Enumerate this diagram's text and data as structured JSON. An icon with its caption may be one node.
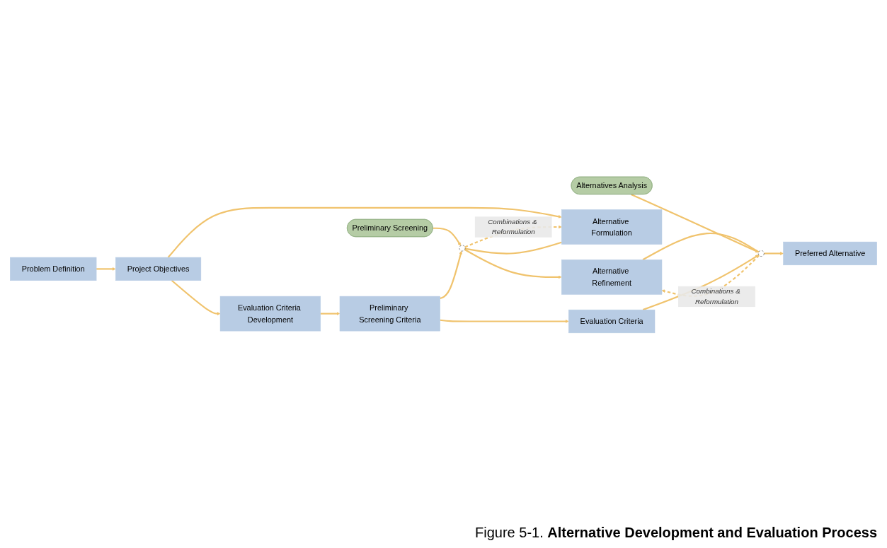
{
  "diagram": {
    "caption": "Figure 5-1.  **Alternative Development and Evaluation Process**",
    "nodes": [
      {
        "text": [
          "Preliminary Screening"
        ]
      },
      {
        "text": [
          "Alternatives Analysis"
        ]
      },
      {
        "text": [
          "Problem Definition"
        ]
      },
      {
        "text": [
          "Project Objectives"
        ]
      },
      {
        "text": [
          "Alternative Formulation"
        ]
      },
      {
        "text": [],
        "shape": "circle"
      },
      {
        "text": [
          "Alternative Refinement"
        ]
      },
      {
        "text": [],
        "shape": "circle"
      },
      {
        "text": [
          "Preferred Alternative"
        ]
      },
      {
        "text": [
          "Evaluation Criteria Development"
        ]
      },
      {
        "text": [
          "Preliminary Screening Criteria"
        ]
      },
      {
        "text": [
          "Evaluation Criteria"
        ]
      }
    ],
    "edges": [
      {
        "from": 2,
        "to": 3,
        "arrow": "to"
      },
      {
        "from": 3,
        "to": 4,
        "arrow": "to"
      },
      {
        "from": 4,
        "to": 5,
        "arrow": "none"
      },
      {
        "from": 5,
        "to": 6,
        "arrow": "to"
      },
      {
        "from": 6,
        "to": 7,
        "arrow": "none"
      },
      {
        "from": 7,
        "to": 8,
        "arrow": "to"
      },
      {
        "from": 0,
        "to": 5,
        "arrow": "to"
      },
      {
        "from": 1,
        "to": 7,
        "arrow": "to"
      },
      {
        "from": 3,
        "to": 9,
        "arrow": "to"
      },
      {
        "from": 9,
        "to": 10,
        "arrow": "to"
      },
      {
        "from": 10,
        "to": 11,
        "arrow": "to"
      },
      {
        "from": 10,
        "to": 5,
        "arrow": "to"
      },
      {
        "from": 11,
        "to": 7,
        "arrow": "to"
      },
      {
        "from": 5,
        "to": 4,
        "arrow": "to",
        "style": "dashed",
        "label": "Combinations & Reformulation"
      },
      {
        "from": 7,
        "to": 6,
        "arrow": "to",
        "style": "dashed",
        "label": "Combinations & Reformulation"
      }
    ]
  }
}
